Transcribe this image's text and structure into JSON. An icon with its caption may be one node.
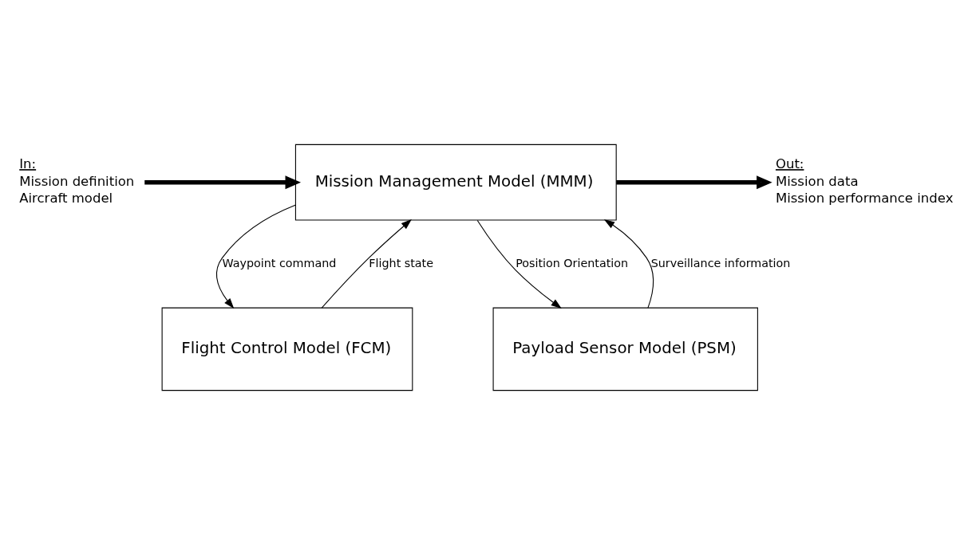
{
  "diagram": {
    "nodes": [
      {
        "text": [
          "In:",
          "Mission definition",
          "Aircraft model"
        ]
      },
      {
        "text": [
          "Mission Management Model (MMM)"
        ]
      },
      {
        "text": [
          "Out:",
          "Mission data",
          "Mission performance index"
        ]
      },
      {
        "text": [
          "Flight Control Model (FCM)"
        ]
      },
      {
        "text": [
          "Payload Sensor Model (PSM)"
        ]
      }
    ],
    "edges": [
      {
        "from": 0,
        "to": 1,
        "arrow": "to",
        "style": "thick"
      },
      {
        "from": 1,
        "to": 2,
        "arrow": "to",
        "style": "thick"
      },
      {
        "from": 3,
        "to": 1,
        "arrow": "to",
        "label": "Flight state"
      },
      {
        "from": 1,
        "to": 3,
        "arrow": "to",
        "label": "Waypoint command"
      },
      {
        "from": 1,
        "to": 4,
        "arrow": "to",
        "label": "Position Orientation"
      },
      {
        "from": 4,
        "to": 1,
        "arrow": "to",
        "label": "Surveillance information"
      }
    ]
  }
}
